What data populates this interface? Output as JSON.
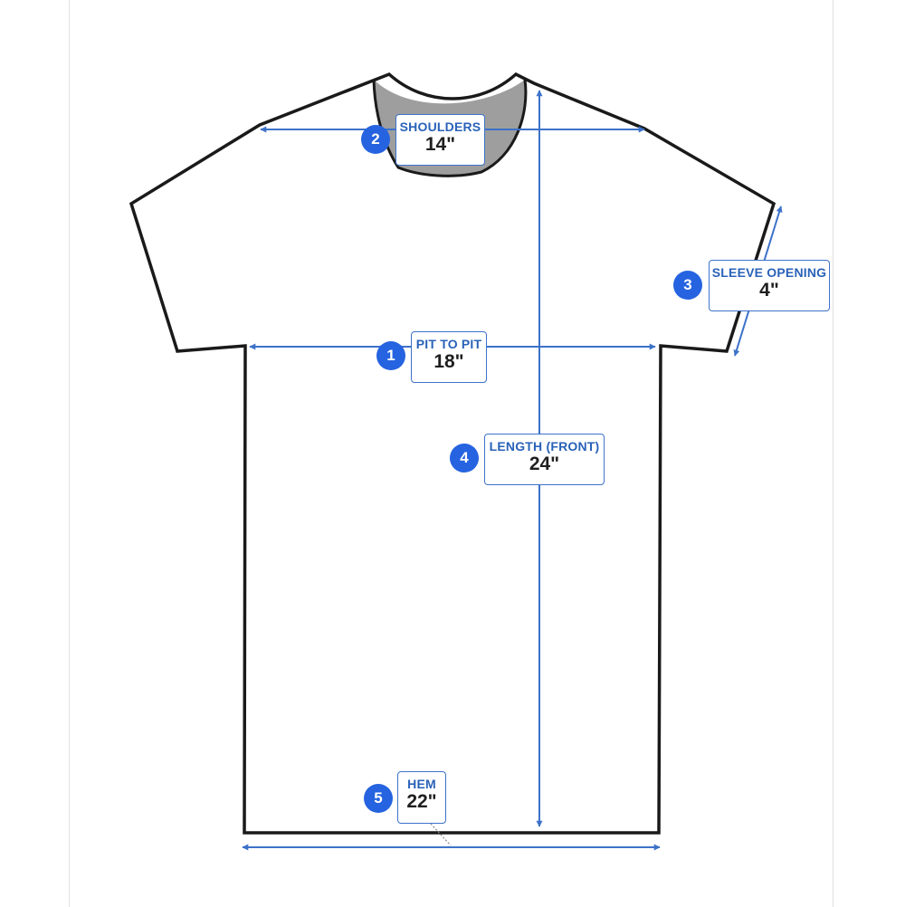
{
  "measurements": [
    {
      "number": "1",
      "name": "PIT TO PIT",
      "value": "18\""
    },
    {
      "number": "2",
      "name": "SHOULDERS",
      "value": "14\""
    },
    {
      "number": "3",
      "name": "SLEEVE OPENING",
      "value": "4\""
    },
    {
      "number": "4",
      "name": "LENGTH (FRONT)",
      "value": "24\""
    },
    {
      "number": "5",
      "name": "HEM",
      "value": "22\""
    }
  ],
  "colors": {
    "outline": "#1a1a1a",
    "collar": "#9e9e9e",
    "measure_line": "#3d72c9",
    "badge": "#2563e0"
  }
}
